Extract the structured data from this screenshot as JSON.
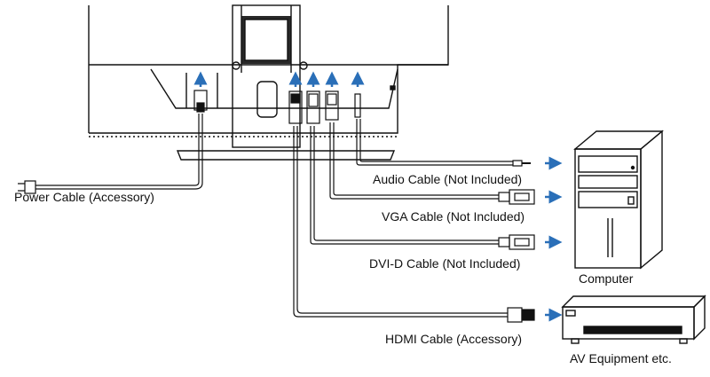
{
  "labels": {
    "power_cable": "Power Cable (Accessory)",
    "audio_cable": "Audio Cable (Not Included)",
    "vga_cable": "VGA Cable (Not Included)",
    "dvi_cable": "DVI-D Cable (Not Included)",
    "hdmi_cable": "HDMI Cable (Accessory)",
    "computer": "Computer",
    "av_equipment": "AV Equipment etc."
  },
  "colors": {
    "line": "#111111",
    "arrow": "#2a6fb8",
    "fill_dark": "#111111",
    "fill_light": "#ffffff"
  }
}
